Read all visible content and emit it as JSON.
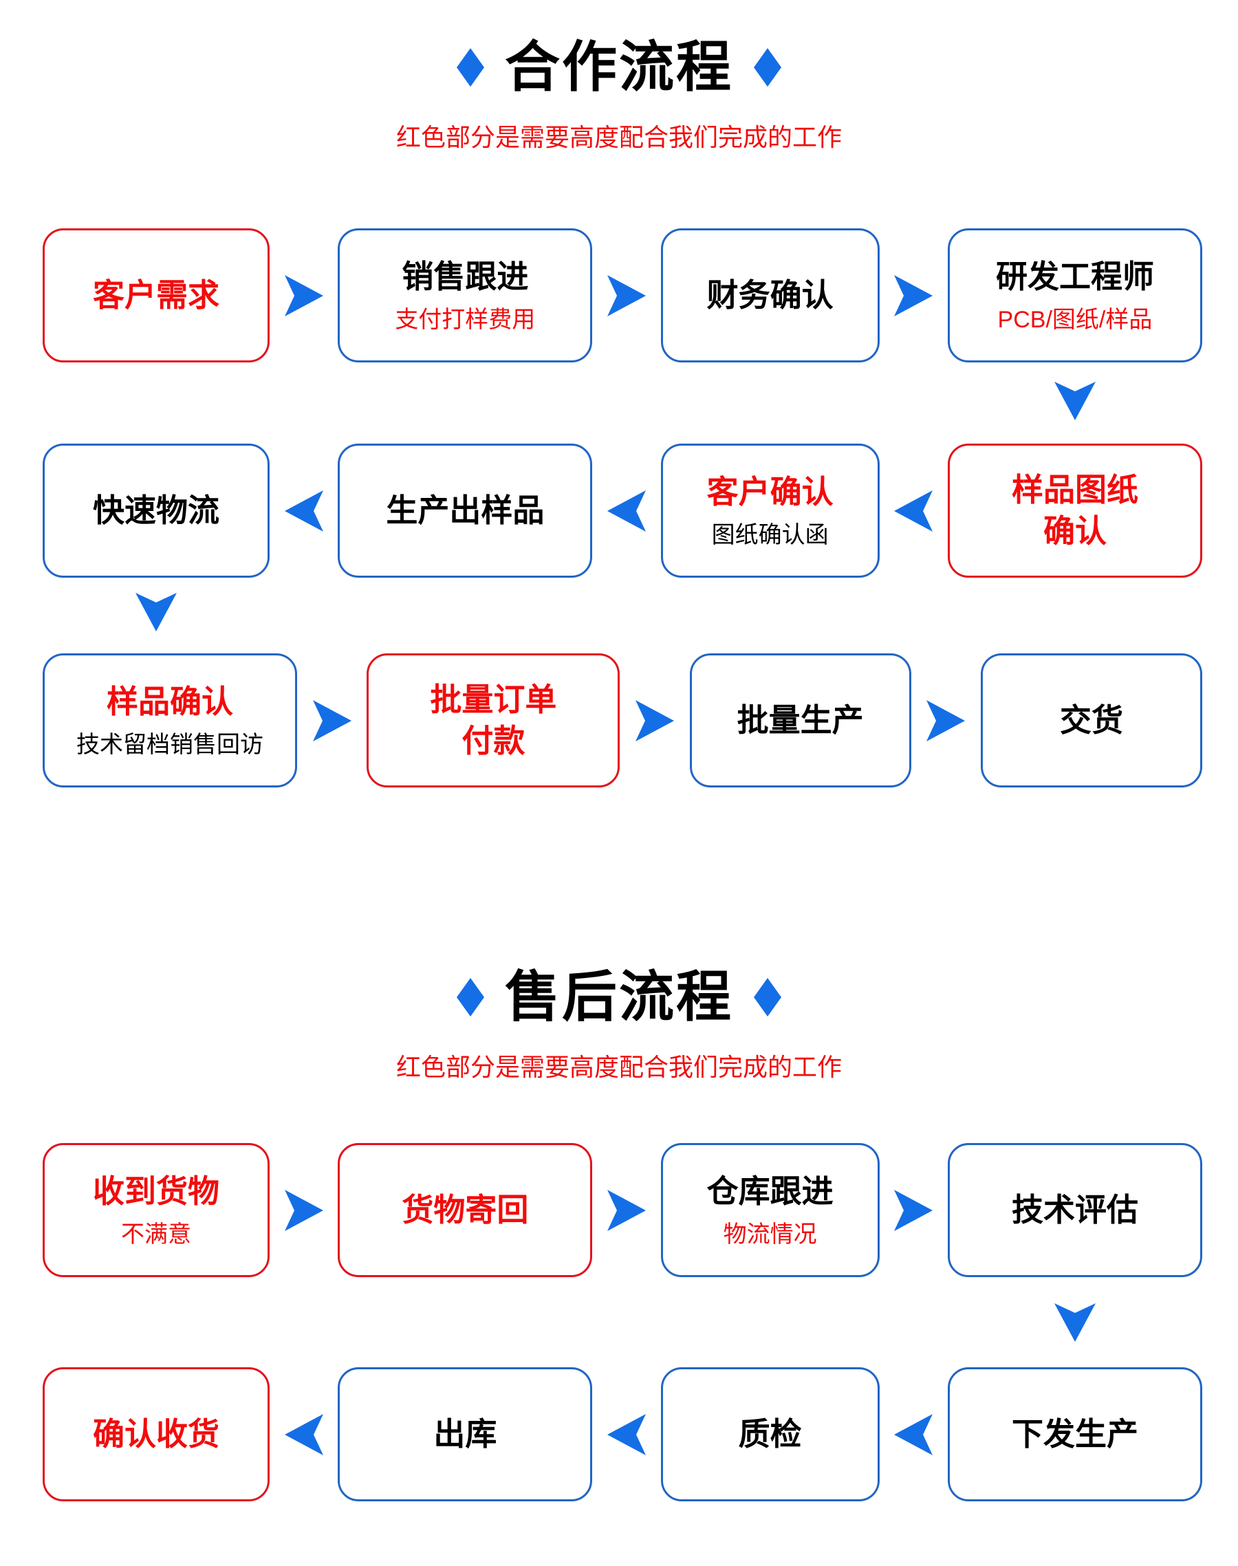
{
  "colors": {
    "arrow_blue": "#146ee6",
    "box_border_blue": "#2265c5",
    "box_border_red": "#e3121d",
    "highlight_red": "#f20c0c",
    "title_black": "#000000",
    "background": "#ffffff"
  },
  "sections": [
    {
      "id": "cooperation",
      "title": "合作流程",
      "subtitle": "红色部分是需要高度配合我们完成的工作",
      "rows": [
        {
          "direction": "right",
          "boxes": [
            {
              "title": "客户需求"
            },
            {
              "title": "销售跟进",
              "subtitle": "支付打样费用"
            },
            {
              "title": "财务确认"
            },
            {
              "title": "研发工程师",
              "subtitle": "PCB/图纸/样品"
            }
          ]
        },
        {
          "direction": "left",
          "boxes": [
            {
              "title": "快速物流"
            },
            {
              "title": "生产出样品"
            },
            {
              "title": "客户确认",
              "subtitle": "图纸确认函"
            },
            {
              "title": "样品图纸\n确认"
            }
          ]
        },
        {
          "direction": "right",
          "boxes": [
            {
              "title": "样品确认",
              "subtitle": "技术留档销售回访"
            },
            {
              "title": "批量订单\n付款"
            },
            {
              "title": "批量生产"
            },
            {
              "title": "交货"
            }
          ]
        }
      ]
    },
    {
      "id": "after-sales",
      "title": "售后流程",
      "subtitle": "红色部分是需要高度配合我们完成的工作",
      "rows": [
        {
          "direction": "right",
          "boxes": [
            {
              "title": "收到货物",
              "subtitle": "不满意"
            },
            {
              "title": "货物寄回"
            },
            {
              "title": "仓库跟进",
              "subtitle": "物流情况"
            },
            {
              "title": "技术评估"
            }
          ]
        },
        {
          "direction": "left",
          "boxes": [
            {
              "title": "确认收货"
            },
            {
              "title": "出库"
            },
            {
              "title": "质检"
            },
            {
              "title": "下发生产"
            }
          ]
        }
      ]
    }
  ]
}
